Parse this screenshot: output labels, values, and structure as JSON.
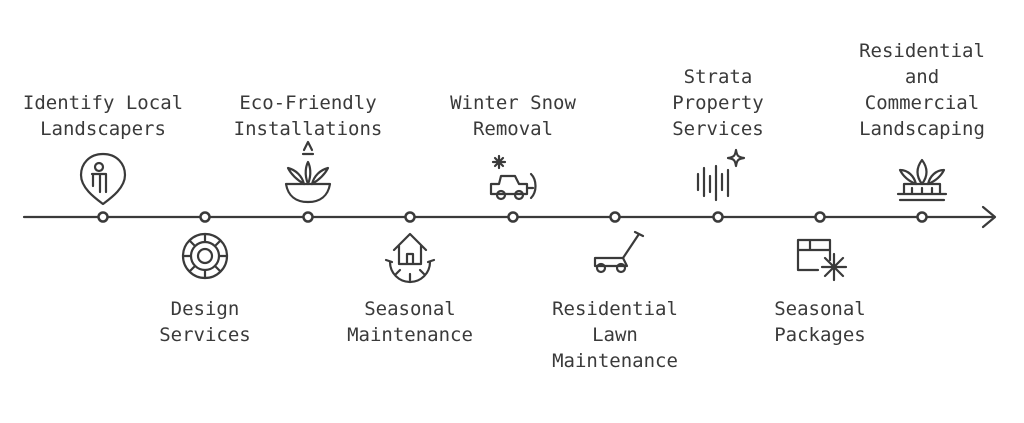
{
  "diagram": {
    "type": "timeline",
    "milestones": [
      {
        "label": "Identify Local\nLandscapers",
        "icon": "map-pin-person-icon",
        "side": "above"
      },
      {
        "label": "Design\nServices",
        "icon": "circular-design-icon",
        "side": "below"
      },
      {
        "label": "Eco-Friendly\nInstallations",
        "icon": "plant-bowl-icon",
        "side": "above"
      },
      {
        "label": "Seasonal\nMaintenance",
        "icon": "house-gear-icon",
        "side": "below"
      },
      {
        "label": "Winter Snow\nRemoval",
        "icon": "snow-plow-truck-icon",
        "side": "above"
      },
      {
        "label": "Residential\nLawn\nMaintenance",
        "icon": "lawn-mower-icon",
        "side": "below"
      },
      {
        "label": "Strata\nProperty\nServices",
        "icon": "sparkle-lines-icon",
        "side": "above"
      },
      {
        "label": "Seasonal\nPackages",
        "icon": "package-snowflake-icon",
        "side": "below"
      },
      {
        "label": "Residential\nand\nCommercial\nLandscaping",
        "icon": "building-landscape-icon",
        "side": "above"
      }
    ]
  },
  "colors": {
    "line": "#3a3a3a",
    "background": "#ffffff"
  }
}
